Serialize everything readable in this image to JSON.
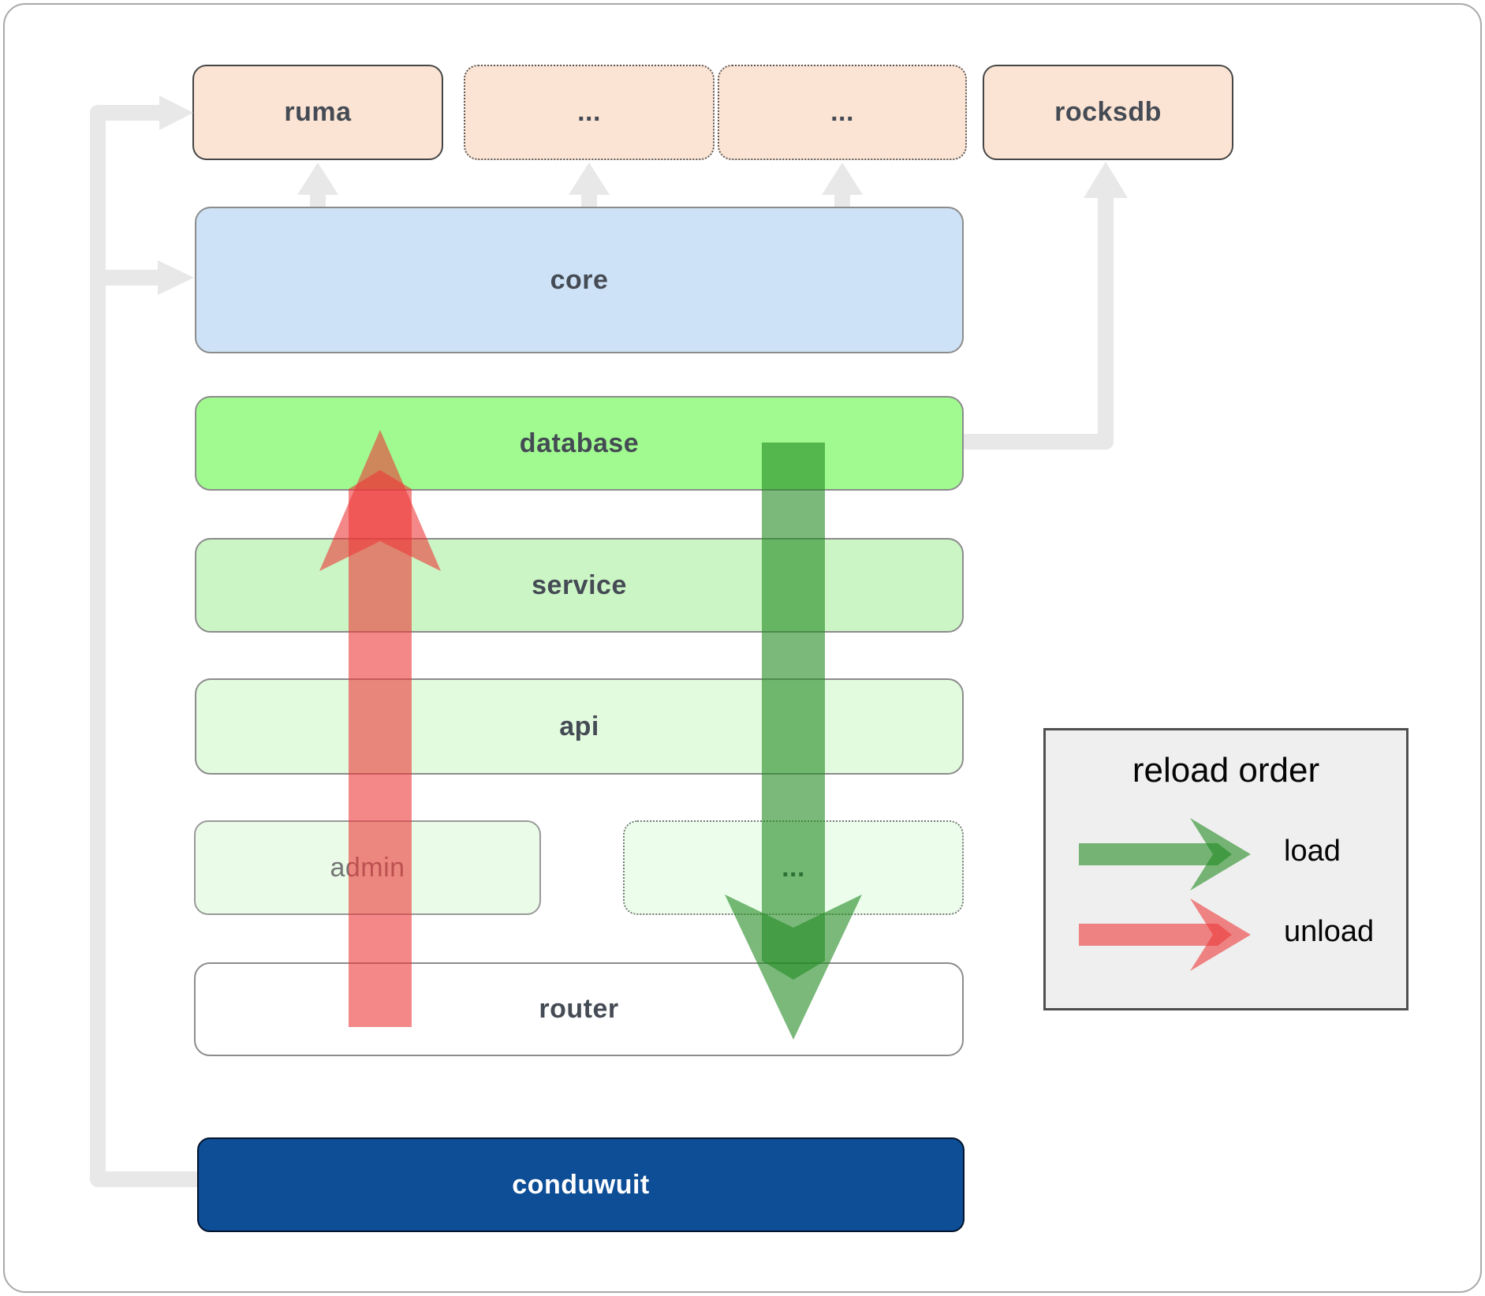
{
  "nodes": {
    "ruma": {
      "label": "ruma",
      "fill": "#fce4d4",
      "border": "solid"
    },
    "ellipsis1": {
      "label": "...",
      "fill": "#fce4d4",
      "border": "dotted"
    },
    "ellipsis2": {
      "label": "...",
      "fill": "#fce4d4",
      "border": "dotted"
    },
    "rocksdb": {
      "label": "rocksdb",
      "fill": "#fce4d4",
      "border": "solid"
    },
    "core": {
      "label": "core",
      "fill": "#cde2f6",
      "border": "solid"
    },
    "database": {
      "label": "database",
      "fill": "#a0fa8f",
      "border": "solid"
    },
    "service": {
      "label": "service",
      "fill": "#cbf5c5",
      "border": "solid"
    },
    "api": {
      "label": "api",
      "fill": "#e2fade",
      "border": "solid"
    },
    "admin": {
      "label": "admin",
      "fill": "#eafce8",
      "border": "solid"
    },
    "ellipsis3": {
      "label": "...",
      "fill": "#ecfdec",
      "border": "dotted"
    },
    "router": {
      "label": "router",
      "fill": "#ffffff",
      "border": "solid"
    },
    "conduwuit": {
      "label": "conduwuit",
      "fill": "#0d4e96",
      "border": "solid",
      "text_color": "#ffffff"
    }
  },
  "legend": {
    "title": "reload order",
    "items": [
      {
        "label": "load",
        "color": "#2e8b2e"
      },
      {
        "label": "unload",
        "color": "#ed3838"
      }
    ]
  },
  "colors": {
    "connector": "#e8e8e8",
    "load_arrow": "rgba(34,139,34,0.6)",
    "unload_arrow": "rgba(237,56,56,0.6)",
    "frame_border": "#a9a9a9",
    "legend_bg": "#efefef"
  }
}
